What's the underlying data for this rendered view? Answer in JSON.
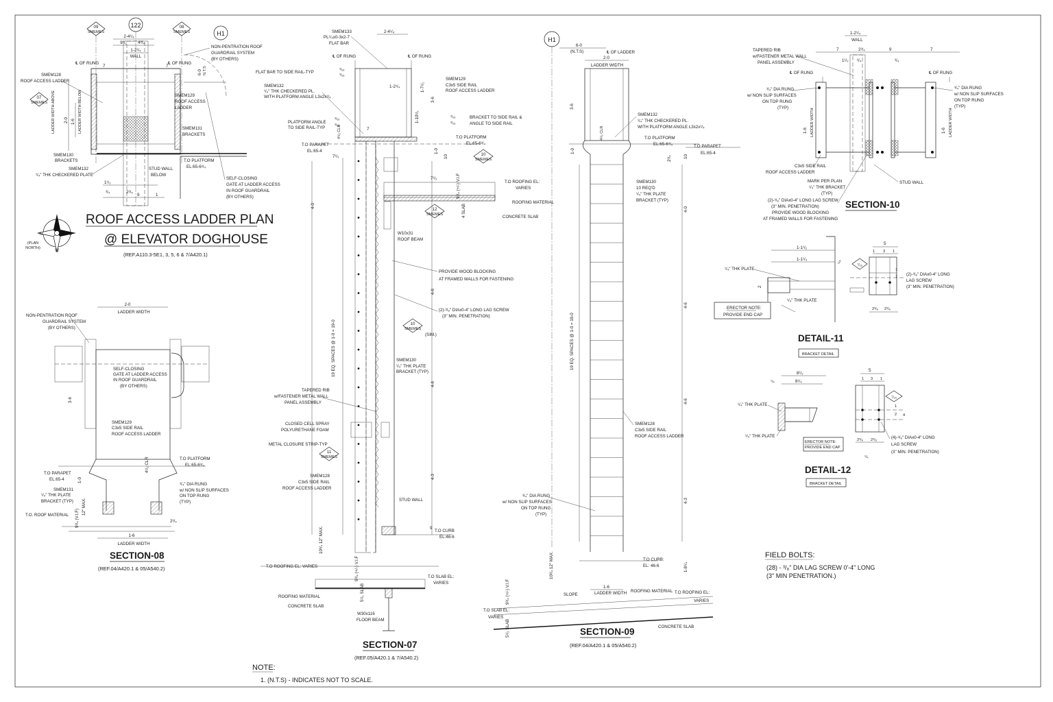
{
  "plan": {
    "title": "ROOF ACCESS LADDER PLAN",
    "subtitle": "@ ELEVATOR DOGHOUSE",
    "ref": "(REF.A110.3-5E1, 3, 5, 6 & 7/A420.1)",
    "north_label": "(PLAN\nNORTH)",
    "compass": {
      "e": "E",
      "s": "S",
      "w": "W",
      "n": "N"
    },
    "tags": {
      "t122": "122",
      "t09": "09",
      "t08": "08",
      "t07": "07",
      "h1": "H1",
      "smemes": "SMEMES"
    },
    "dims": {
      "d241": "2-4¹/₄",
      "d912": "9¹/₂",
      "d434": "4³/₄",
      "d1214": "1-2¹/₄",
      "wall": "WALL",
      "d7a": "7",
      "d7b": "7",
      "d60": "6-0",
      "nts": "N.T.S",
      "d20": "2-0",
      "lw_above": "LADDER WIDTH ABOVE",
      "d16": "1-6",
      "lw_below": "LADDER WIDTH BELOW",
      "d112": "1¹/₂",
      "d34": "³/₄",
      "d234": "2³/₄",
      "d9": "9",
      "d1": "1"
    },
    "notes": {
      "rung_l": "℄ OF RUNG",
      "rung_r": "℄ OF RUNG",
      "m128": "SMEM128",
      "m128b": "ROOF ACCESS LADDER",
      "m129": "SMEM129",
      "m129b": "ROOF ACCESS",
      "m129c": "LADDER",
      "m131": "SMEM131",
      "m131b": "BRACKETS",
      "m130": "SMEM130",
      "m130b": "BRACKETS",
      "m132": "SMEM132",
      "m132b": "¹/₄\" THK CHECKERED PLATE",
      "stud": "STUD WALL",
      "stud2": "BELOW",
      "platform": "T.O PLATFORM",
      "platform_el": "EL:65-6³/₄",
      "guard1": "NON-PENTRATION ROOF",
      "guard2": "GUARDRAIL SYSTEM",
      "guard3": "(BY OTHERS)",
      "gate1": "SELF-CLOSING",
      "gate2": "GATE AT LADDER ACCESS",
      "gate3": "IN ROOF GUARDRAIL",
      "gate4": "(BY OTHERS)"
    }
  },
  "section08": {
    "title": "SECTION-08",
    "ref": "(REF.04/A420.1 & 05/A540.2)",
    "dims": {
      "d20": "2-0",
      "lw": "LADDER WIDTH",
      "d36": "3-6",
      "d16": "1-6",
      "lw2": "LADDER WIDTH",
      "clr": "4¹/₂ CLR",
      "d10": "1-0",
      "max12": "12\" MAX.",
      "vif": "9³/₄ (V.I.F)",
      "d234": "2³/₄"
    },
    "notes": {
      "guard1": "NON-PENTRATION ROOF",
      "guard2": "GUARDRAIL SYSTEM",
      "guard3": "(BY OTHERS)",
      "gate1": "SELF-CLOSING",
      "gate2": "GATE AT LADDER ACCESS",
      "gate3": "IN ROOF GUARDRAIL",
      "gate4": "(BY OTHERS)",
      "m129a": "SMEM129",
      "m129b": "C3x5 SIDE RAIL",
      "m129c": "ROOF ACCESS LADDER",
      "plat": "T.O PLATFORM",
      "plat_el": "EL:65-6³/₄",
      "parapet": "T.O PARAPET",
      "parapet_el": "EL:65-4",
      "m131a": "SMEM131",
      "m131b": "¹/₄\" THK PLATE",
      "m131c": "BRACKET (TYP)",
      "rung1": "³/₄\" DIA RUNG",
      "rung2": "w/ NON SLIP SURFACES",
      "rung3": "ON TOP RUNG",
      "rung4": "(TYP)",
      "roofmat": "T.O. ROOF MATERIAL"
    }
  },
  "section07": {
    "title": "SECTION-07",
    "ref": "(REF.05/A420.1 & 7/A540.2)",
    "spaces": "19 EQ. SPACES @ 1-0 = 19-0",
    "dims": {
      "d241": "2-4¹/₄",
      "d1214": "1-2¹/₄",
      "d36": "3-6",
      "d1712": "1-7¹/₂",
      "d11012": "1-10¹/₂",
      "d7": "7",
      "d712": "7¹/₂",
      "d10": "1-0",
      "d10b": "10",
      "d712b": "7¹/₂",
      "vif": "9³/₄ (+/-) V.I.F",
      "slab4": "4 SLAB",
      "d40": "4-0",
      "d46a": "4-6",
      "d46b": "4-6",
      "d43": "4-3",
      "d9": "9",
      "max12": "10³/₄ 12\" MAX.",
      "vif2": "9³/₄ (+/-) V.I.F",
      "slab512": "5¹/₂ SLAB",
      "clr": "4¹/₂ CLR",
      "w316a": "³/₁₆",
      "w316b": "³/₁₆",
      "w316c": "³/₁₆",
      "w316d": "³/₁₆",
      "w316e": "³/₁₆",
      "w316f": "³/₁₆"
    },
    "notes": {
      "m133a": "SMEM133",
      "m133b": "PL¹/₄x0-3x2-7",
      "m133c": "FLAT BAR",
      "rung_l": "℄ OF RUNG",
      "rung_r": "℄ OF RUNG",
      "flatbar": "FLAT BAR TO SIDE RAIL-TYP",
      "m132a": "SMEM132",
      "m132b": "¹/₄\" THK CHECKERED PL.",
      "m132c": "WITH PLATFORM ANGLE L3x2x¹/₄",
      "pa1": "PLATFORM ANGLE",
      "pa2": "TO SIDE RAIL-TYP",
      "m129a": "SMEM129",
      "m129b": "C3x5 SIDE RAIL",
      "m129c": "ROOF ACCESS LADDER",
      "br1": "BRACKET TO SIDE RAIL &",
      "br2": "ANGLE TO SIDE RAIL",
      "parapet": "T.O PARAPET",
      "parapet_el": "EL:65-4",
      "plat": "T.O PLATFORM",
      "plat_el": "EL:65-6³/₄",
      "roofing": "T.O ROOFING EL:",
      "roofing_v": "VARIES",
      "roofmat": "ROOFING MATERIAL",
      "conc": "CONCRETE SLAB",
      "w10a": "W10x31",
      "w10b": "ROOF BEAM",
      "wood1": "PROVIDE WOOD BLOCKING",
      "wood2": "AT FRAMED WALLS FOR FASTENING",
      "lag1": "(2)-³/₈\" DIAx0-4\" LONG LAG SCREW",
      "lag2": "(3\" MIN. PENETRATION)",
      "sim": "(SIM.)",
      "m130a": "SMEM130",
      "m130b": "¹/₄\" THK PLATE",
      "m130c": "BRACKET (TYP)",
      "rib1": "TAPERED RIB",
      "rib2": "w/FASTENER METAL WALL",
      "rib3": "PANEL ASSEMBLY",
      "foam1": "CLOSED CELL SPRAY",
      "foam2": "POLYURETHANE FOAM",
      "strip": "METAL CLOSURE STRIP-TYP",
      "m128a": "SMEM128",
      "m128b": "C3x5 SIDE RAIL",
      "m128c": "ROOF ACCESS LADDER",
      "stud": "STUD WALL",
      "curb": "T.O CURB",
      "curb_el": "EL:46-6",
      "roofing2": "T.O ROOFING EL: VARIES",
      "slab": "T.O SLAB EL:",
      "slab_v": "VARIES",
      "roofmat2": "ROOFING MATERIAL",
      "conc2": "CONCRETE SLAB",
      "w30a": "W30x116",
      "w30b": "FLOOR BEAM"
    },
    "tags": {
      "t10a": "10",
      "t12": "12",
      "t10b": "10",
      "t11": "11",
      "smemes": "SMEMES"
    }
  },
  "section09": {
    "title": "SECTION-09",
    "ref": "(REF.04/A420.1 & 05/A540.2)",
    "spaces": "19 EQ. SPACES @ 1-0 = 19-0",
    "tag": "H1",
    "dims": {
      "d60": "6-0",
      "nts": "(N.T.S)",
      "d20": "2-0",
      "lw": "LADDER WIDTH",
      "d36": "3-6",
      "clr": "4¹/₂ CLR",
      "d10": "1-0",
      "d234": "2³/₄",
      "d10b": "10",
      "d40": "4-0",
      "d46a": "4-6",
      "d46b": "4-6",
      "d43": "4-3",
      "max12": "10³/₄ 12\" MAX.",
      "d1814": "1-8¹/₄",
      "d16": "1-6",
      "lw2": "LADDER WIDTH",
      "vif": "9³/₄ (+/-) V.I.F",
      "slab": "5¹/₂ SLAB"
    },
    "notes": {
      "cl": "℄ OF LADDER",
      "m132a": "SMEM132",
      "m132b": "¹/₄\" THK CHECKERED PL.",
      "m132c": "WITH PLATFORM ANGLE L3x2x¹/₄",
      "plat": "T.O PLATFORM",
      "plat_el": "EL:65-6³/₄",
      "parapet": "T.O PARAPET",
      "parapet_el": "EL:65-4",
      "m130a": "SMEM130",
      "m130b": "10 REQ'D",
      "m130c": "¹/₄\" THK PLATE",
      "m130d": "BRACKET (TYP)",
      "m128a": "SMEM128",
      "m128b": "C3x5 SIDE RAIL",
      "m128c": "ROOF ACCESS LADDER",
      "rung1": "³/₄\" DIA RUNG",
      "rung2": "w/ NON SLIP SURFACES",
      "rung3": "ON TOP RUNG",
      "rung4": "(TYP)",
      "curb": "T.O CURB:",
      "curb_el": "EL: 46-6",
      "slope": "SLOPE",
      "roofmat": "ROOFING MATERIAL",
      "roofing": "T.O ROOFING EL:",
      "roofing_v": "VARIES",
      "slab": "T.O SLAB EL:",
      "slab_v": "VARIES",
      "conc": "CONCRETE SLAB"
    }
  },
  "section10": {
    "title": "SECTION-10",
    "dims": {
      "d1214": "1-2¹/₄",
      "wall": "WALL",
      "d7a": "7",
      "d234": "2³/₄",
      "d9": "9",
      "d7b": "7",
      "d112": "1¹/₂",
      "d34a": "³/₄",
      "d34b": "³/₄",
      "d16a": "1-6",
      "lwa": "LADDER WIDTH",
      "d16b": "1-6",
      "lwb": "LADDER WIDTH"
    },
    "notes": {
      "rib1": "TAPERED RIB",
      "rib2": "w/FASTENER METAL WALL",
      "rib3": "PANEL ASSEMBLY",
      "rung_l": "℄ OF RUNG",
      "rung_r": "℄ OF RUNG",
      "dia1": "³/₄\" DIA RUNG",
      "dia2": "w/ NON SLIP SURFACES",
      "dia3": "ON TOP RUNG",
      "dia4": "(TYP)",
      "diar1": "³/₄\" DIA RUNG",
      "diar2": "w/ NON SLIP SURFACES",
      "diar3": "ON TOP RUNG",
      "diar4": "(TYP)",
      "c3a": "C3x5 SIDE RAIL",
      "c3b": "ROOF ACCESS LADDER",
      "mark1": "MARK PER PLAN",
      "mark2": "¹/₄\" THK BRACKET",
      "mark3": "(TYP)",
      "stud": "STUD WALL",
      "lag1": "(2)-³/₈\" DIAx0-4\" LONG LAG SCREW",
      "lag2": "(3\" MIN. PENETRATION)",
      "lag3": "PROVIDE WOOD BLOCKING",
      "lag4": "AT FRAMED WALLS FOR FASTENING"
    }
  },
  "detail11": {
    "title": "DETAIL-11",
    "sub": "BRACKET DETAIL",
    "dims": {
      "d1112": "1-1¹/₂",
      "d1114": "1-1¹/₄",
      "d14": "¹/₄",
      "d2": "2",
      "d5": "5",
      "d1": "1",
      "d3": "3",
      "d1b": "1",
      "d716": "⁷/₁₆",
      "d1c": "1",
      "d1d": "1",
      "d238": "2³/₈",
      "d2381": "2³/₈"
    },
    "notes": {
      "p1": "¹/₄\" THK PLATE",
      "p2": "¹/₄\" THK PLATE",
      "erector": "ERECTOR NOTE:",
      "endcap": "PROVIDE END CAP",
      "lag1": "(2)-³/₈\" DIAx0-4\" LONG",
      "lag2": "LAG SCREW",
      "lag3": "(3\" MIN. PENETRATION)"
    }
  },
  "detail12": {
    "title": "DETAIL-12",
    "sub": "BRACKET DETAIL",
    "dims": {
      "d812": "8¹/₂",
      "d814": "8¹/₄",
      "d14": "¹/₄",
      "d5": "5",
      "d1": "1",
      "d3": "3",
      "d1b": "1",
      "d716": "⁷/₁₆",
      "d1c": "1",
      "d2": "2",
      "d4": "4",
      "d238": "2³/₈",
      "d2382": "2³/₈",
      "d14b": "¹/₄"
    },
    "notes": {
      "p1": "¹/₄\" THK PLATE",
      "p2": "¹/₄\" THK PLATE",
      "erector": "ERECTOR NOTE:",
      "endcap": "PROVIDE END CAP",
      "lag1": "(4)-³/₈\" DIAx0-4\" LONG",
      "lag2": "LAG SCREW",
      "lag3": "(3\" MIN. PENETRATION)"
    }
  },
  "field_bolts": {
    "title": "FIELD BOLTS:",
    "line1": "(28) - ³/₈\" DIA LAG SCREW 0'-4\" LONG",
    "line2": "(3\" MIN PENETRATION.)"
  },
  "note": {
    "title": "NOTE:",
    "line1": "1. (N.T.S) - INDICATES NOT TO SCALE."
  }
}
